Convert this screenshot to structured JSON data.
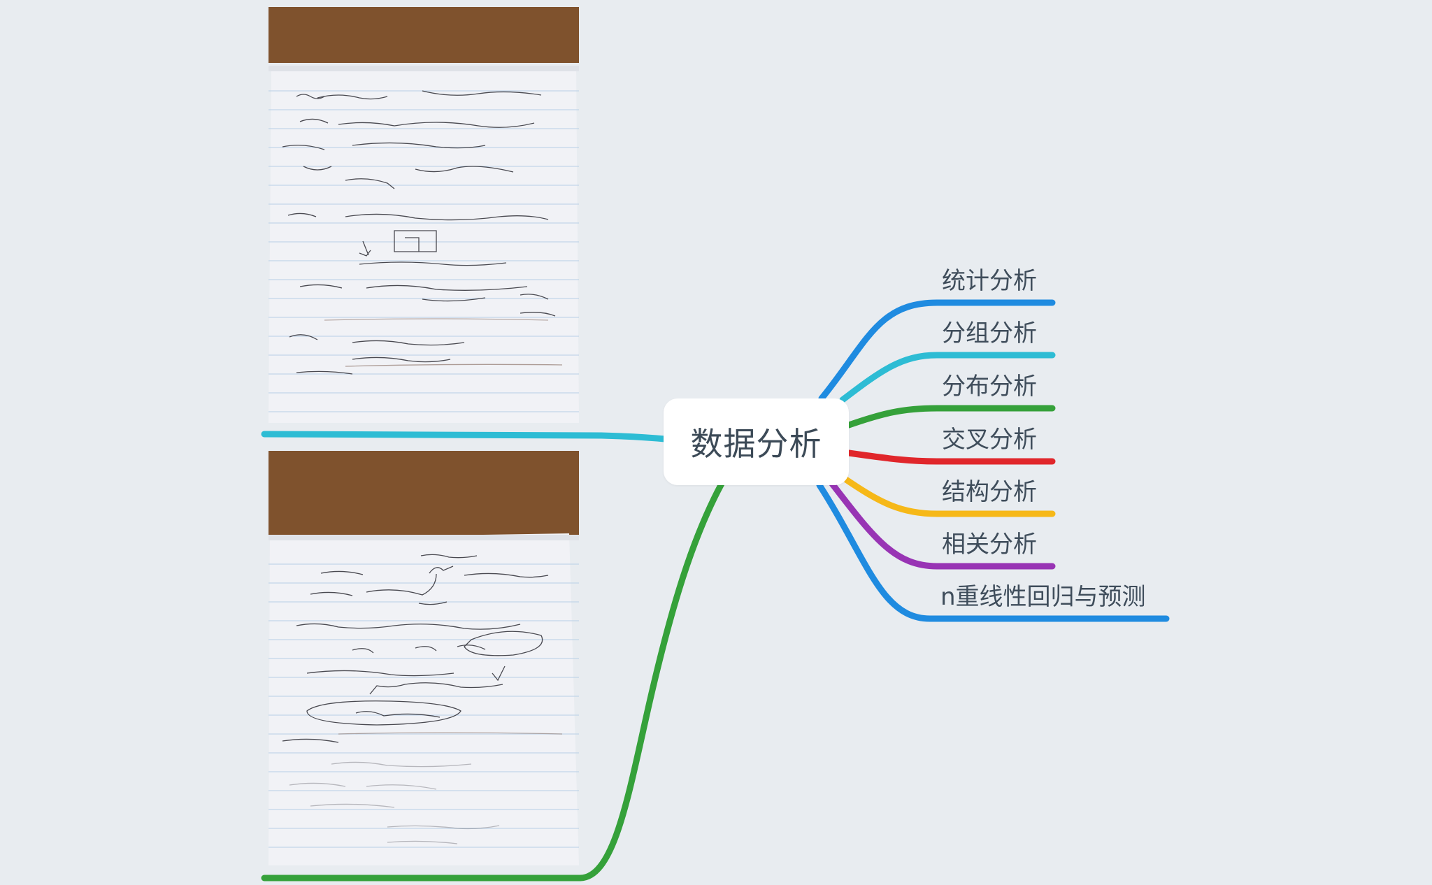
{
  "mindmap": {
    "central": "数据分析",
    "branches": [
      {
        "label": "统计分析",
        "color": "#1f8be0"
      },
      {
        "label": "分组分析",
        "color": "#2dbcd4"
      },
      {
        "label": "分布分析",
        "color": "#35a13a"
      },
      {
        "label": "交叉分析",
        "color": "#e0262b"
      },
      {
        "label": "结构分析",
        "color": "#f6b818"
      },
      {
        "label": "相关分析",
        "color": "#9834b4"
      },
      {
        "label": "n重线性回归与预测",
        "color": "#1f8be0"
      }
    ],
    "left_branches": [
      {
        "image": "notebook-photo-top",
        "color": "#2dbcd4"
      },
      {
        "image": "notebook-photo-bottom",
        "color": "#35a13a"
      }
    ]
  }
}
